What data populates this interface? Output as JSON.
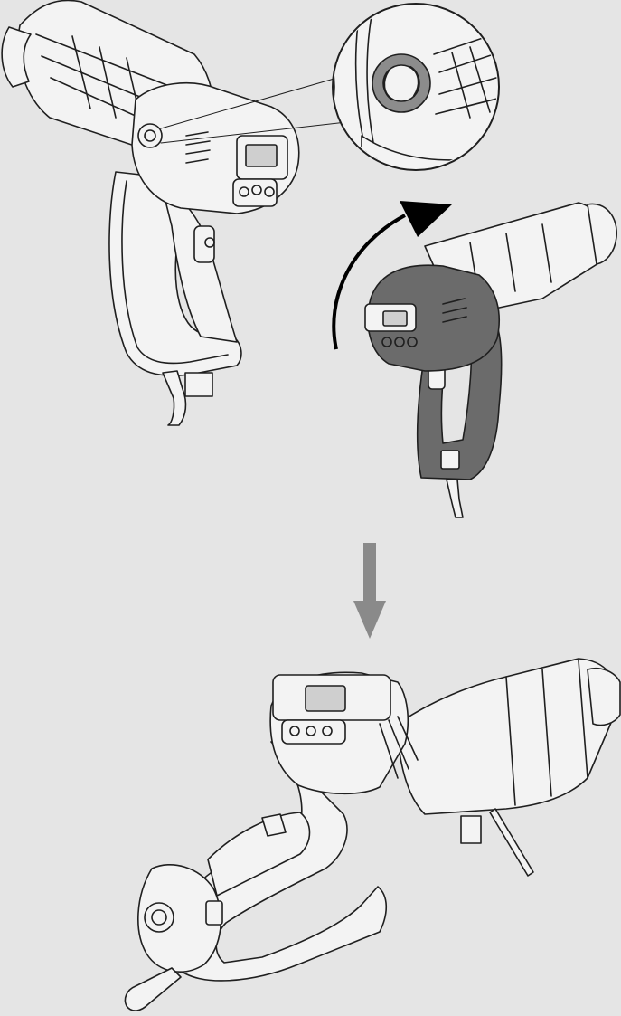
{
  "diagram": {
    "background": "#e5e5e5",
    "line_color": "#1f1f1f",
    "body_fill": "#f3f3f3",
    "dark_body_fill": "#6b6b6b",
    "accent_gray": "#8c8c8c",
    "arrow_gray": "#8a8a8a",
    "steps": [
      {
        "id": "step-1",
        "depicts": "heat-gun-icon",
        "detail": "rotation-knob-icon"
      },
      {
        "id": "step-2",
        "depicts": "heat-gun-icon",
        "motion": "rotate-arrow-icon"
      },
      {
        "id": "step-3",
        "depicts": "heat-gun-icon",
        "orientation": "rotated"
      }
    ],
    "flow": "down-arrow-icon"
  }
}
